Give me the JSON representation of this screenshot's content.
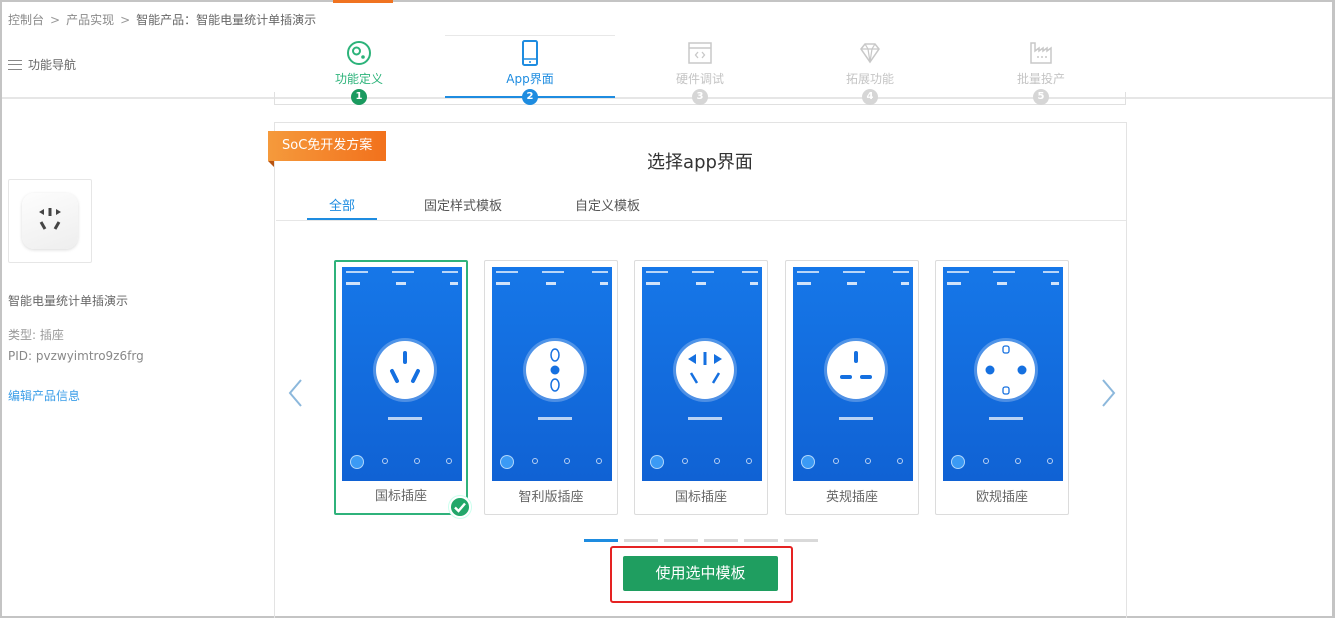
{
  "breadcrumb": [
    "控制台",
    "产品实现",
    "智能产品：智能电量统计单插演示"
  ],
  "breadcrumb_sep": ">",
  "func_nav_label": "功能导航",
  "steps": [
    {
      "num": "1",
      "label": "功能定义",
      "icon": "gear-circle-icon",
      "state": "done",
      "color": "#2cb37a"
    },
    {
      "num": "2",
      "label": "App界面",
      "icon": "phone-icon",
      "state": "active",
      "color": "#1e8ce0"
    },
    {
      "num": "3",
      "label": "硬件调试",
      "icon": "code-window-icon",
      "state": "pending",
      "color": "#c8c8c8"
    },
    {
      "num": "4",
      "label": "拓展功能",
      "icon": "diamond-icon",
      "state": "pending",
      "color": "#c8c8c8"
    },
    {
      "num": "5",
      "label": "批量投产",
      "icon": "factory-icon",
      "state": "pending",
      "color": "#c8c8c8"
    }
  ],
  "product": {
    "name": "智能电量统计单插演示",
    "type": "类型: 插座",
    "pid": "PID: pvzwyimtro9z6frg",
    "edit_link": "编辑产品信息"
  },
  "panel": {
    "badge": "SoC免开发方案",
    "title": "选择app界面",
    "tabs": [
      {
        "label": "全部",
        "active": true
      },
      {
        "label": "固定样式模板",
        "active": false
      },
      {
        "label": "自定义模板",
        "active": false
      }
    ],
    "templates": [
      {
        "name": "国标插座",
        "socket": "cn-3pin-alt",
        "selected": true
      },
      {
        "name": "智利版插座",
        "socket": "chile",
        "selected": false
      },
      {
        "name": "国标插座",
        "socket": "cn-5pin",
        "selected": false
      },
      {
        "name": "英规插座",
        "socket": "uk",
        "selected": false
      },
      {
        "name": "欧规插座",
        "socket": "eu",
        "selected": false
      }
    ],
    "pager": {
      "pages": 6,
      "current": 1
    },
    "use_button": "使用选中模板"
  },
  "colors": {
    "accent_blue": "#1e8ce0",
    "success_green": "#2cb37a",
    "button_green": "#1f9e60",
    "badge_orange": "#f2711c",
    "highlight_red": "#e52222"
  }
}
